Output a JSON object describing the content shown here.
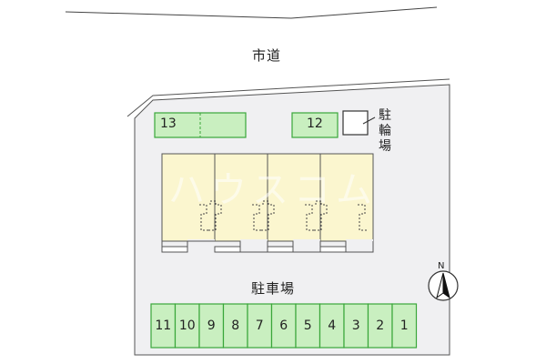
{
  "map": {
    "road_label": "市道",
    "parking_label": "駐車場",
    "bicycle_parking_label": "駐輪場",
    "compass_label": "N",
    "watermark_text": "ハウスコム",
    "bottom_slots": [
      "11",
      "10",
      "9",
      "8",
      "7",
      "6",
      "5",
      "4",
      "3",
      "2",
      "1"
    ],
    "top_slots": {
      "left": "13",
      "right": "12"
    },
    "colors": {
      "lot": "#f0f0f2",
      "parking_fill": "#c9efc0",
      "parking_stroke": "#3aa63a",
      "building_fill": "#fbf6cf",
      "outline": "#555555"
    }
  }
}
